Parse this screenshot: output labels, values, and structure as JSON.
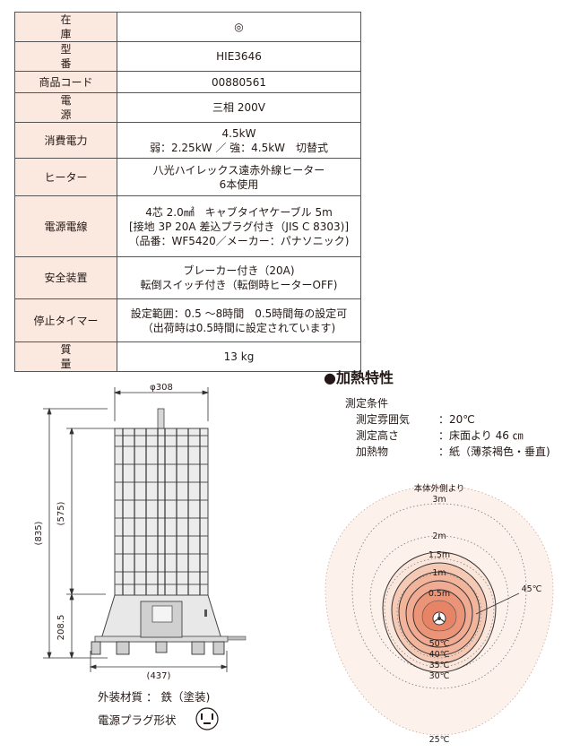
{
  "spec": {
    "rows": [
      {
        "key": "在　庫",
        "value": [
          "◎"
        ]
      },
      {
        "key": "型　番",
        "value": [
          "HIE3646"
        ]
      },
      {
        "key": "商品コード",
        "value": [
          "00880561"
        ]
      },
      {
        "key": "電　源",
        "value": [
          "三相 200V"
        ]
      },
      {
        "key": "消費電力",
        "value": [
          "4.5kW",
          "弱：2.25kW ／ 強：4.5kW　切替式"
        ]
      },
      {
        "key": "ヒーター",
        "value": [
          "八光ハイレックス遠赤外線ヒーター",
          "6本使用"
        ]
      },
      {
        "key": "電源電線",
        "value": [
          "4芯 2.0㎟　キャブタイヤケーブル 5m",
          "[接地 3P 20A 差込プラグ付き（JIS C 8303)]",
          "（品番：WF5420／メーカー：パナソニック)"
        ]
      },
      {
        "key": "安全装置",
        "value": [
          "ブレーカー付き（20A)",
          "転倒スイッチ付き（転倒時ヒーターOFF)"
        ]
      },
      {
        "key": "停止タイマー",
        "value": [
          "設定範囲：0.5 ～8時間　0.5時間毎の設定可",
          "（出荷時は0.5時間に設定されています)"
        ]
      },
      {
        "key": "質　量",
        "value": [
          "13 kg"
        ]
      }
    ]
  },
  "drawing": {
    "phi": "φ308",
    "h_total": "(835)",
    "h_upper": "(575)",
    "h_lower": "208.5",
    "width": "(437)",
    "material": "外装材質 ： 鉄（塗装)",
    "plug_label": "電源プラグ形状"
  },
  "heating": {
    "title": "●加熱特性",
    "conditions_title": "測定条件",
    "conditions": [
      {
        "label": "測定雰囲気",
        "value": "：20℃"
      },
      {
        "label": "測定高さ",
        "value": "：床面より 46 ㎝"
      },
      {
        "label": "加熱物",
        "value": "：紙（薄茶褐色・垂直)"
      }
    ],
    "diagram": {
      "outer_label": "本体外側より",
      "distances": [
        "3m",
        "2m",
        "1.5m",
        "1m",
        "0.5m"
      ],
      "temps": [
        "50℃",
        "40℃",
        "35℃",
        "30℃"
      ],
      "temp_45": "45℃",
      "temp_25": "25℃",
      "colors": {
        "zone_outer": "#fbe6dc",
        "zone_mid": "#f6c9b5",
        "zone_inner": "#f0ab92",
        "zone_core": "#eb9477"
      }
    }
  }
}
